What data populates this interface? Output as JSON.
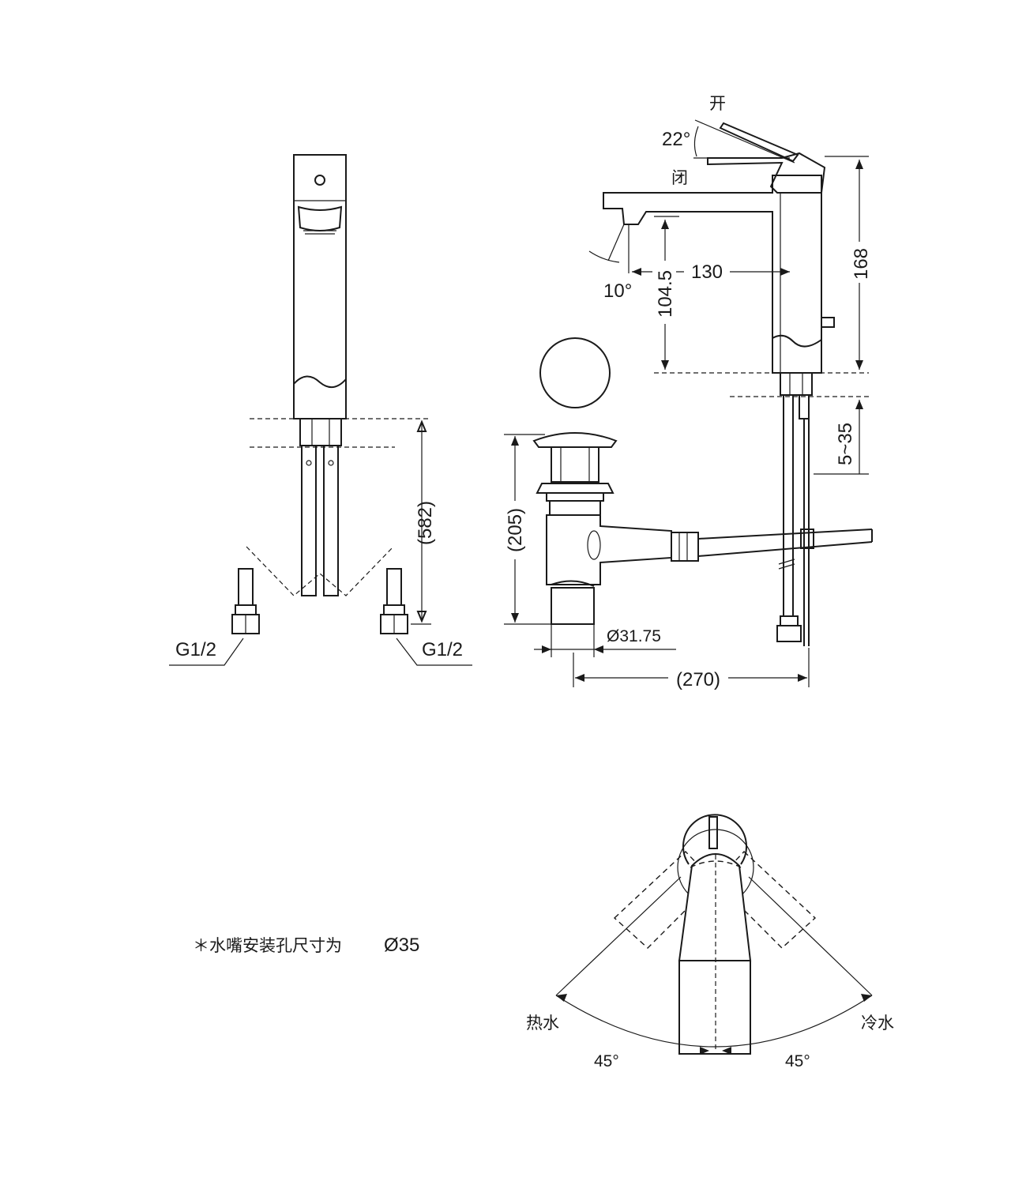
{
  "front_view": {
    "height_label": "(582)",
    "left_thread_label": "G1/2",
    "right_thread_label": "G1/2"
  },
  "side_view": {
    "open_label": "开",
    "closed_label": "闭",
    "lever_angle": "22°",
    "spout_angle": "10°",
    "spout_reach": "130",
    "spout_height": "104.5",
    "total_height": "168",
    "deck_thickness": "5~35"
  },
  "drain": {
    "height_label": "(205)",
    "diameter_label": "Ø31.75",
    "rod_length_label": "(270)"
  },
  "install_note": {
    "text": "＊水嘴安装孔尺寸为",
    "value": "Ø35"
  },
  "top_view": {
    "hot_label": "热水",
    "cold_label": "冷水",
    "hot_angle": "45°",
    "cold_angle": "45°"
  }
}
